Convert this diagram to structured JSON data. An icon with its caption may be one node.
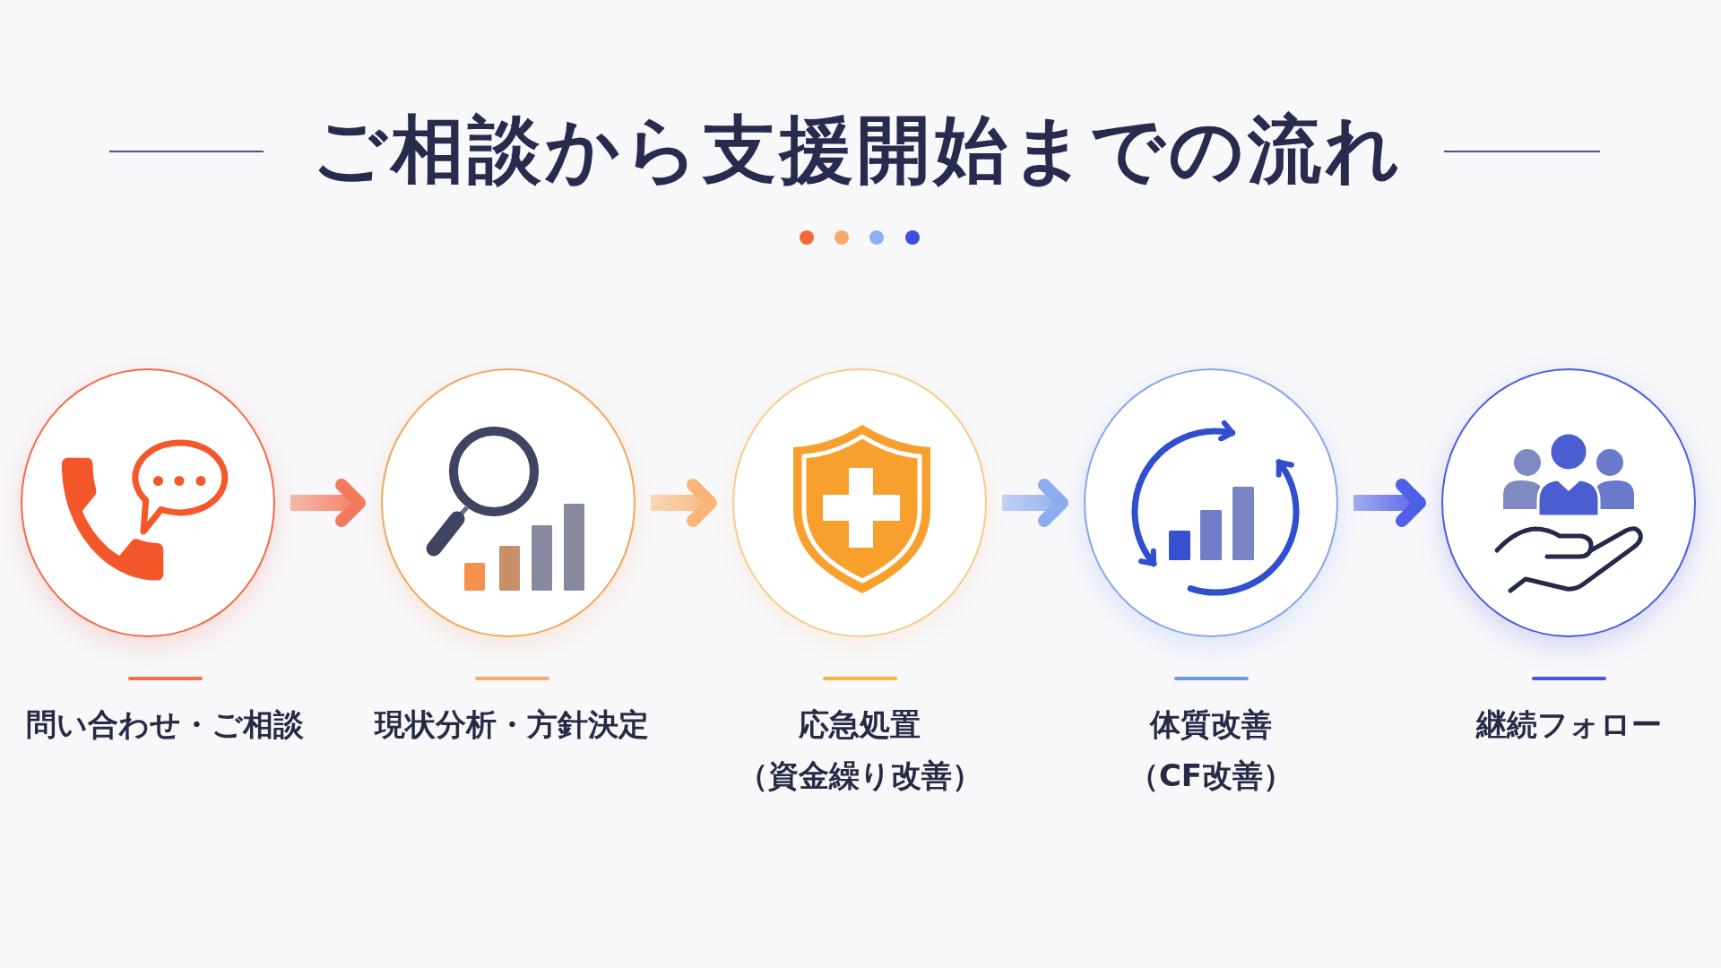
{
  "diagram": {
    "title": "ご相談から支援開始までの流れ",
    "nodes": [
      {
        "text": [
          "問い合わせ・ご相談"
        ]
      },
      {
        "text": [
          "現状分析・方針決定"
        ]
      },
      {
        "text": [
          "応急処置",
          "（資金繰り改善）"
        ]
      },
      {
        "text": [
          "体質改善",
          "（CF改善）"
        ]
      },
      {
        "text": [
          "継続フォロー"
        ]
      }
    ],
    "edges": [
      {
        "from": 0,
        "to": 1,
        "arrow": "to",
        "color": "#f47a5e"
      },
      {
        "from": 1,
        "to": 2,
        "arrow": "to",
        "color": "#f8b676"
      },
      {
        "from": 2,
        "to": 3,
        "arrow": "to",
        "color": "#8badee"
      },
      {
        "from": 3,
        "to": 4,
        "arrow": "to",
        "color": "#4f5fe6"
      }
    ]
  }
}
